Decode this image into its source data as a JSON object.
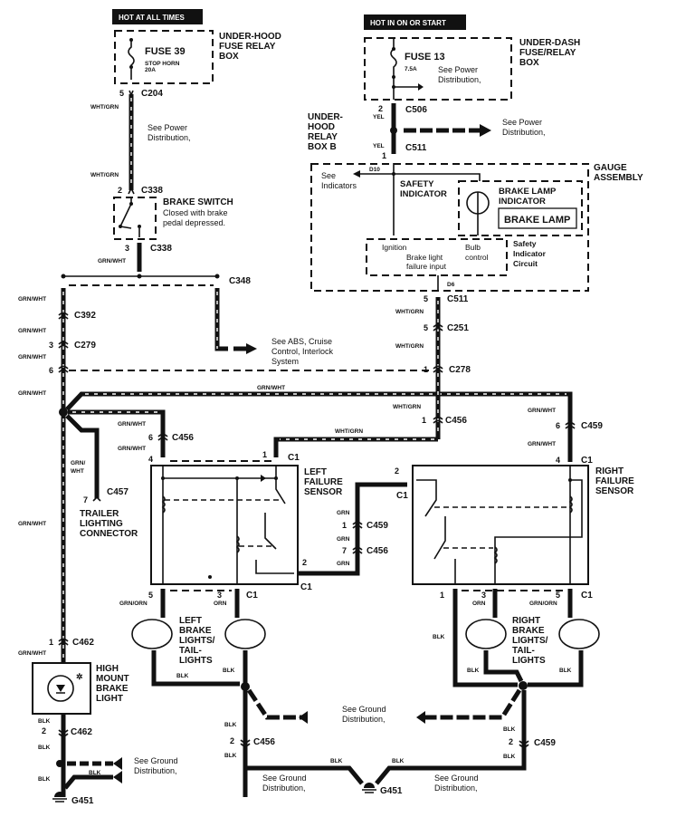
{
  "headers": {
    "hot_all_times": "HOT AT ALL TIMES",
    "hot_on_start": "HOT IN ON OR START"
  },
  "boxes": {
    "underhood_fuse": [
      "UNDER-HOOD",
      "FUSE RELAY",
      "BOX"
    ],
    "underdash_fuse": [
      "UNDER-DASH",
      "FUSE/RELAY",
      "BOX"
    ],
    "underhood_relay_b": [
      "UNDER-",
      "HOOD",
      "RELAY",
      "BOX B"
    ],
    "gauge_assembly": [
      "GAUGE",
      "ASSEMBLY"
    ]
  },
  "fuses": {
    "fuse39": {
      "name": "FUSE 39",
      "desc": "STOP HORN",
      "rating": "20A"
    },
    "fuse13": {
      "name": "FUSE 13",
      "rating": "7.5A"
    }
  },
  "notes": {
    "see_power_1": [
      "See Power",
      "Distribution,"
    ],
    "see_power_2": [
      "See Power",
      "Distribution,"
    ],
    "see_power_3": [
      "See Power",
      "Distribution,"
    ],
    "see_indicators": [
      "See",
      "Indicators"
    ],
    "see_abs": [
      "See ABS, Cruise",
      "Control, Interlock",
      "System"
    ],
    "see_ground_1": [
      "See Ground",
      "Distribution,"
    ],
    "see_ground_2": [
      "See Ground",
      "Distribution,"
    ],
    "see_ground_3": [
      "See Ground",
      "Distribution,"
    ],
    "see_ground_4": [
      "See Ground",
      "Distribution,"
    ]
  },
  "components": {
    "brake_switch": {
      "title": "BRAKE SWITCH",
      "desc": [
        "Closed with brake",
        "pedal depressed."
      ]
    },
    "safety_indicator": [
      "SAFETY",
      "INDICATOR"
    ],
    "brake_lamp_indicator": [
      "BRAKE LAMP",
      "INDICATOR"
    ],
    "brake_lamp_label": "BRAKE LAMP",
    "safety_circuit": [
      "Safety",
      "Indicator",
      "Circuit"
    ],
    "circuit_inputs": {
      "ignition": "Ignition",
      "brake_light": [
        "Brake light",
        "failure input"
      ],
      "bulb": [
        "Bulb",
        "control"
      ]
    },
    "left_sensor": [
      "LEFT",
      "FAILURE",
      "SENSOR"
    ],
    "right_sensor": [
      "RIGHT",
      "FAILURE",
      "SENSOR"
    ],
    "trailer": [
      "TRAILER",
      "LIGHTING",
      "CONNECTOR"
    ],
    "high_mount": [
      "HIGH",
      "MOUNT",
      "BRAKE",
      "LIGHT"
    ],
    "left_lights": [
      "LEFT",
      "BRAKE",
      "LIGHTS/",
      "TAIL-",
      "LIGHTS"
    ],
    "right_lights": [
      "RIGHT",
      "BRAKE",
      "LIGHTS/",
      "TAIL-",
      "LIGHTS"
    ]
  },
  "connectors": {
    "c204": "C204",
    "c338a": "C338",
    "c338b": "C338",
    "c348": "C348",
    "c392": "C392",
    "c279": "C279",
    "c506": "C506",
    "c511a": "C511",
    "c511b": "C511",
    "c251": "C251",
    "c278": "C278",
    "c456a": "C456",
    "c456b": "C456",
    "c456c": "C456",
    "c456d": "C456",
    "c457": "C457",
    "c459a": "C459",
    "c459b": "C459",
    "c459c": "C459",
    "c462a": "C462",
    "c462b": "C462",
    "c1": "C1",
    "d10": "D10",
    "d6": "D6",
    "g451a": "G451",
    "g451b": "G451"
  },
  "pins": {
    "p5": "5",
    "p2": "2",
    "p3": "3",
    "p6": "6",
    "p1": "1",
    "p4": "4",
    "p7": "7"
  },
  "wires": {
    "wht_grn": "WHT/GRN",
    "grn_wht": "GRN/WHT",
    "yel": "YEL",
    "grn": "GRN",
    "orn": "ORN",
    "grn_orn": "GRN/ORN",
    "blk": "BLK",
    "grn_wht_split": [
      "GRN/",
      "WHT"
    ]
  }
}
